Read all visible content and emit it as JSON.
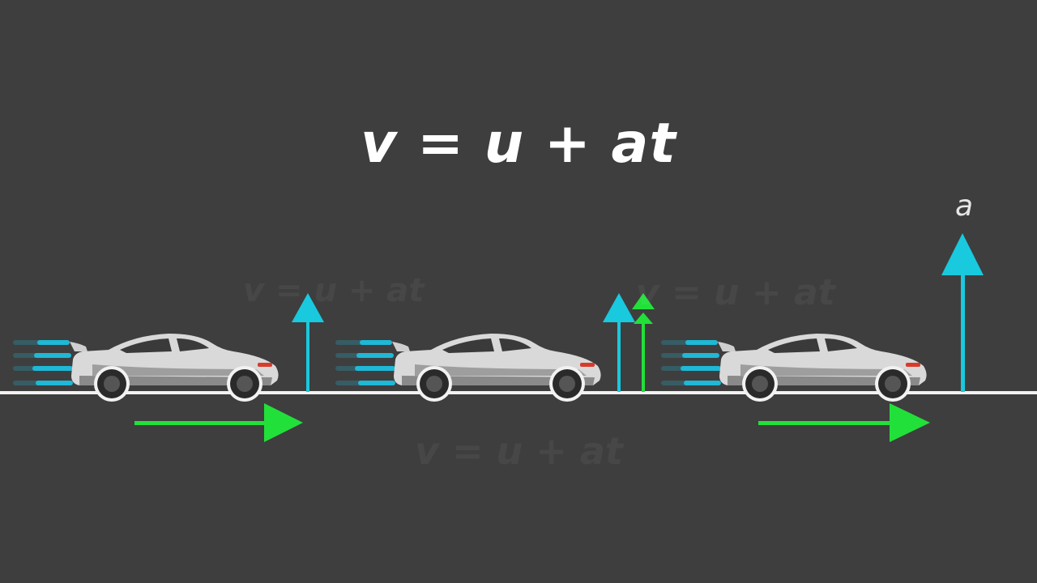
{
  "equation": "v = u + at",
  "faded_equations": [
    "v = u + at",
    "v = u + at",
    "v = u + at"
  ],
  "acceleration_label": "a",
  "colors": {
    "background": "#3e3e3e",
    "road": "#f2f2f2",
    "velocity_arrow": "#22e03a",
    "acceleration_arrow": "#19c9de",
    "speed_lines": "#1fb8d6",
    "car_body": "#d9d9d9",
    "car_shadow": "#6e6e6e",
    "car_rim": "#2a2a2a",
    "tail_light": "#d93b2b"
  },
  "icons": [
    "race-car-icon",
    "speed-lines-icon"
  ],
  "diagram": {
    "snapshots": [
      {
        "name": "start",
        "velocity_arrow": true,
        "acceleration_arrow": true,
        "added_velocity_arrows": 0
      },
      {
        "name": "middle",
        "velocity_arrow": false,
        "acceleration_arrow": true,
        "added_velocity_arrows": 2
      },
      {
        "name": "end",
        "velocity_arrow": true,
        "acceleration_arrow": true,
        "added_velocity_arrows": 0
      }
    ]
  }
}
